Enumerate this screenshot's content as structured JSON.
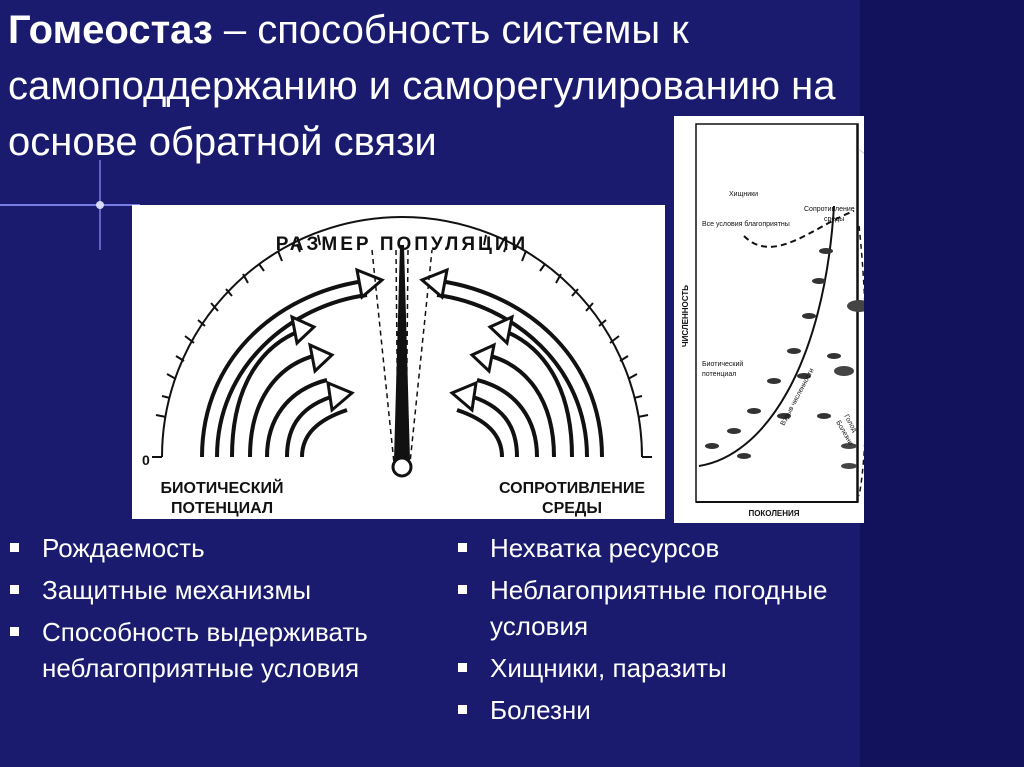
{
  "title": {
    "term": "Гомеостаз",
    "definition": " – способность системы к самоподдержанию и саморегулированию на основе обратной связи"
  },
  "diagram_left": {
    "top_label": "РАЗМЕР ПОПУЛЯЦИИ",
    "zero_label": "0",
    "left_label_line1": "БИОТИЧЕСКИЙ",
    "left_label_line2": "ПОТЕНЦИАЛ",
    "right_label_line1": "СОПРОТИВЛЕНИЕ",
    "right_label_line2": "СРЕДЫ"
  },
  "diagram_right": {
    "y_axis_label": "ЧИСЛЕННОСТЬ",
    "x_axis_label": "ПОКОЛЕНИЯ",
    "favorable_label": "Все условия благоприятны",
    "biotic_label_line1": "Биотический",
    "biotic_label_line2": "потенциал",
    "predators_label": "Хищники",
    "resistance_label_line1": "Сопротивление",
    "resistance_label_line2": "среды",
    "growth_label": "Взрыв численности",
    "hunger_label_line1": "Голод",
    "hunger_label_line2": "Болезни"
  },
  "list_left": [
    "Рождаемость",
    "Защитные механизмы",
    "Способность выдерживать неблагоприятные условия"
  ],
  "list_right": [
    "Нехватка ресурсов",
    "Неблагоприятные погодные условия",
    "Хищники, паразиты",
    "Болезни"
  ]
}
